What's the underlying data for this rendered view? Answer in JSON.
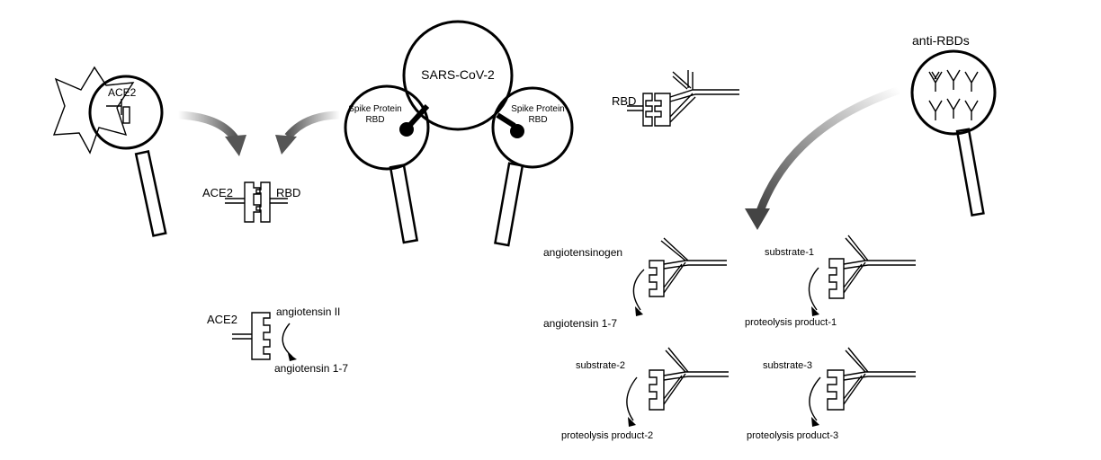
{
  "labels": {
    "ace2_magnifier": "ACE2",
    "sars_cov_2": "SARS-CoV-2",
    "spike_line1": "Spike Protein",
    "spike_line2": "RBD",
    "complex_ace2": "ACE2",
    "complex_rbd": "RBD",
    "antibody_rbd": "RBD",
    "anti_rbds": "anti-RBDs",
    "left_ace2": "ACE2",
    "angiotensin_ii": "angiotensin II",
    "angiotensin_1_7": "angiotensin 1-7",
    "angiotensinogen": "angiotensinogen",
    "angiotensin_1_7_right": "angiotensin 1-7",
    "substrate_1": "substrate-1",
    "product_1": "proteolysis product-1",
    "substrate_2": "substrate-2",
    "product_2": "proteolysis product-2",
    "substrate_3": "substrate-3",
    "product_3": "proteolysis product-3"
  },
  "colors": {
    "stroke": "#000000",
    "background": "#ffffff",
    "arrow_dark": "#555555",
    "arrow_light": "#ffffff"
  }
}
